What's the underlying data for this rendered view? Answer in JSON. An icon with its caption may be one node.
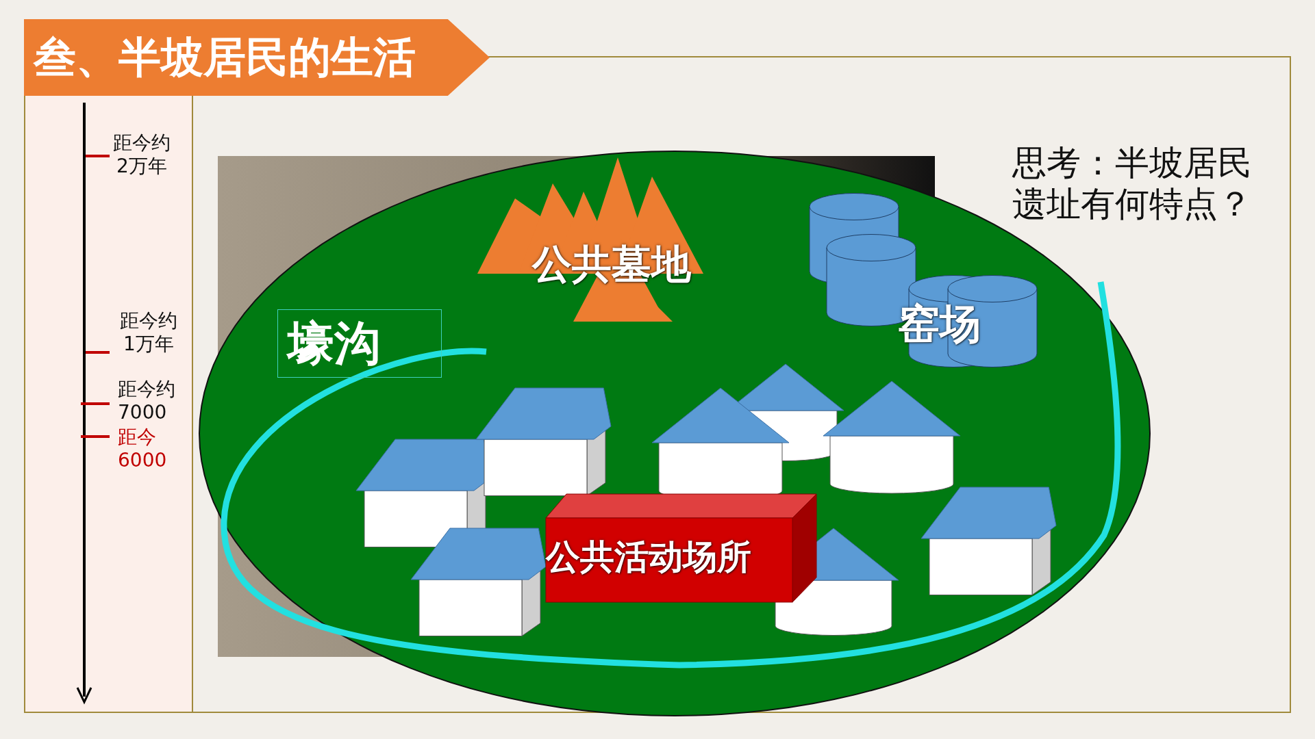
{
  "diagram": {
    "title": "叁、半坡居民的生活",
    "nodes": [
      {
        "text": [],
        "shape": "ellipse"
      },
      {
        "text": [
          "公共墓地"
        ],
        "in": 0
      },
      {
        "text": [
          "壕沟"
        ],
        "in": 0
      },
      {
        "text": [
          "窑场"
        ],
        "in": 0
      },
      {
        "text": [
          "公共活动场所"
        ],
        "in": 0
      }
    ],
    "labels": [
      "距今约2万年",
      "距今约1万年",
      "距今约7000",
      "距今6000",
      "思考：半坡居民遗址有何特点？"
    ]
  }
}
